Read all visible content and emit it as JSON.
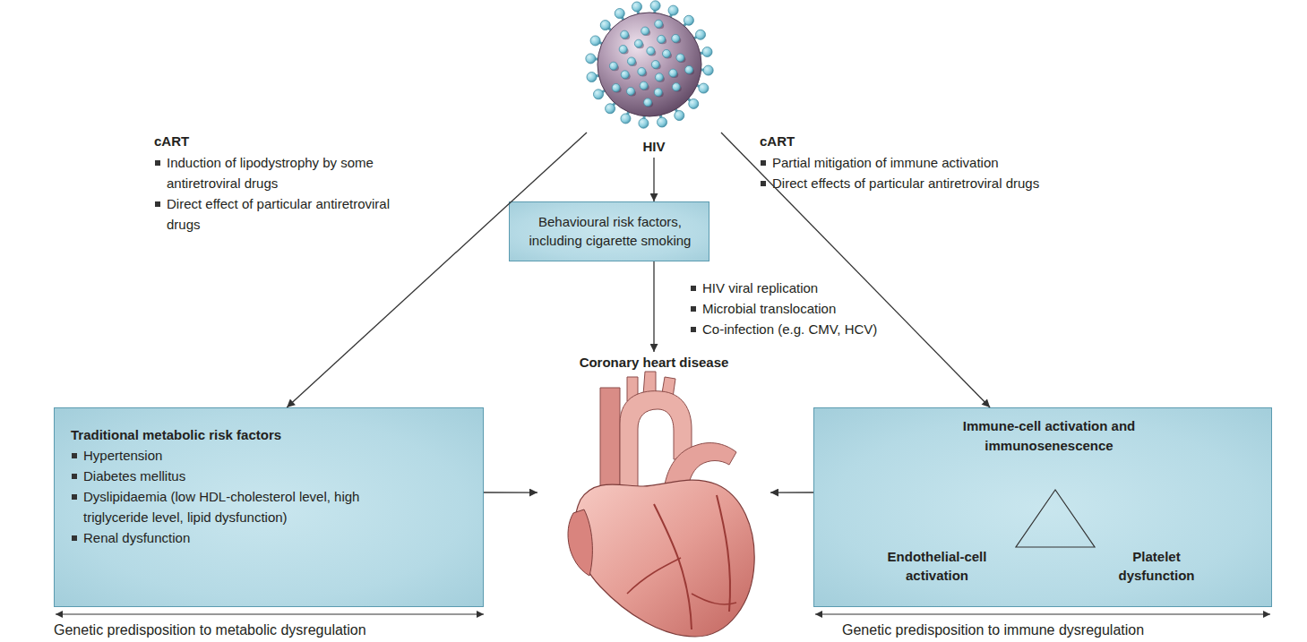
{
  "diagram": {
    "nodes": [
      {
        "text": [
          "HIV"
        ]
      },
      {
        "text": [
          "Behavioural risk factors, including cigarette smoking"
        ]
      },
      {
        "text": [
          "Coronary heart disease"
        ]
      },
      {
        "text": [
          "Traditional metabolic risk factors",
          "Hypertension",
          "Diabetes mellitus",
          "Dyslipidaemia (low HDL-cholesterol level, high triglyceride level, lipid dysfunction)",
          "Renal dysfunction"
        ]
      },
      {
        "text": [
          "Immune-cell activation and immunosenescence",
          "Endothelial-cell activation",
          "Platelet dysfunction"
        ]
      }
    ],
    "edges": [
      {
        "from": 0,
        "to": 3,
        "arrow": "to"
      },
      {
        "from": 0,
        "to": 1,
        "arrow": "to"
      },
      {
        "from": 0,
        "to": 4,
        "arrow": "to"
      },
      {
        "from": 1,
        "to": 2,
        "arrow": "to"
      },
      {
        "from": 3,
        "to": 2,
        "arrow": "to"
      },
      {
        "from": 4,
        "to": 2,
        "arrow": "to"
      }
    ],
    "labels": [
      "cART",
      "Induction of lipodystrophy by some antiretroviral drugs",
      "Direct effect of particular antiretroviral drugs",
      "cART",
      "Partial mitigation of immune activation",
      "Direct effects of particular antiretroviral drugs",
      "HIV viral replication",
      "Microbial translocation",
      "Co-infection (e.g. CMV, HCV)",
      "Genetic predisposition to metabolic dysregulation",
      "Genetic predisposition to immune dysregulation"
    ]
  }
}
